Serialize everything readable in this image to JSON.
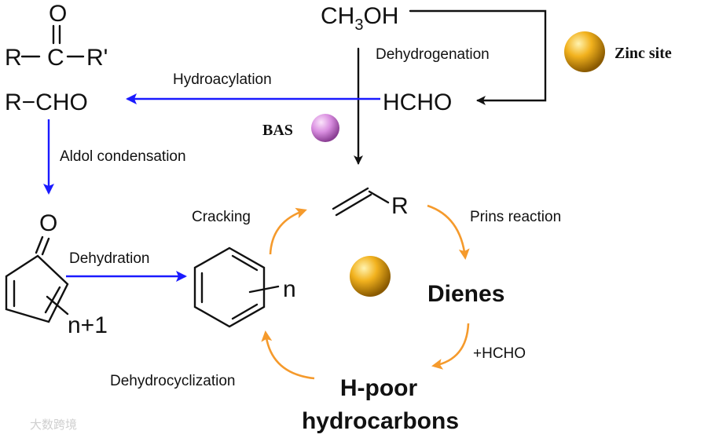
{
  "colors": {
    "blue_arrow": "#1a1aff",
    "orange_arrow": "#f59a2c",
    "black_arrow": "#111111",
    "zinc_site": "#e8a317",
    "bas_site": "#d98ee0"
  },
  "molecules": {
    "ketone_r": "R",
    "ketone_o": "O",
    "ketone_c": "C",
    "ketone_r2": "R'",
    "aldehyde": "R−CHO",
    "methanol_main": "CH",
    "methanol_sub": "3",
    "methanol_tail": "OH",
    "formaldehyde": "HCHO",
    "cyclopentenone_o": "O",
    "cyclopentenone_n": "n+1",
    "aromatic_n": "n",
    "olefin_r": "R",
    "dienes": "Dienes",
    "hpoor_line1": "H-poor",
    "hpoor_line2": "hydrocarbons"
  },
  "labels": {
    "dehydrogenation": "Dehydrogenation",
    "zinc_site": "Zinc site",
    "hydroacylation": "Hydroacylation",
    "bas": "BAS",
    "aldol": "Aldol condensation",
    "dehydration": "Dehydration",
    "cracking": "Cracking",
    "prins": "Prins reaction",
    "plus_hcho": "+HCHO",
    "dehydrocyclization": "Dehydrocyclization"
  },
  "watermark": "大数跨境"
}
